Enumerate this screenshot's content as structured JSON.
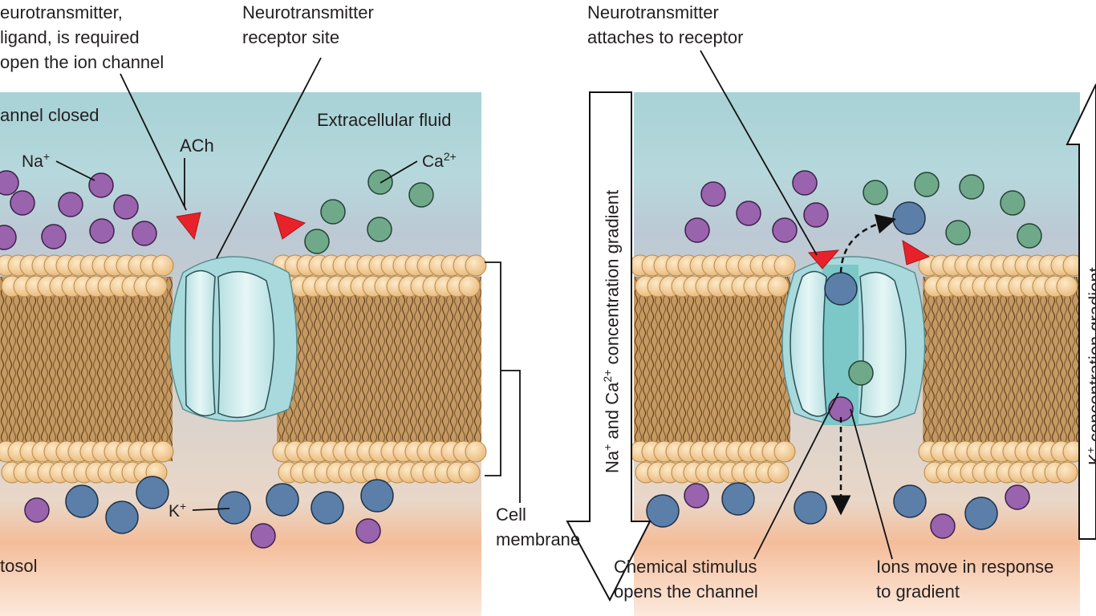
{
  "colors": {
    "extracellular": "#a9d3d6",
    "cytosol": "#f6c4a4",
    "lipid_head": "#f4cf98",
    "channel": "#c7e9ea",
    "sodium_ion": "#9a63ad",
    "calcium_ion": "#6fa98a",
    "potassium_ion": "#5b7fa8",
    "ligand": "#e8222a"
  },
  "left_panel": {
    "ligand_note": [
      "eurotransmitter,",
      "ligand, is required",
      "open the ion channel"
    ],
    "receptor_site": [
      "Neurotransmitter",
      "receptor site"
    ],
    "state": "annel closed",
    "extracellular": "Extracellular fluid",
    "ach": "ACh",
    "na_base": "Na",
    "na_charge": "+",
    "ca_base": "Ca",
    "ca_charge": "2+",
    "k_base": "K",
    "k_charge": "+",
    "cytosol": "tosol"
  },
  "cell_membrane": [
    "Cell",
    "membrane"
  ],
  "right_panel": {
    "attach": [
      "Neurotransmitter",
      "attaches to receptor"
    ],
    "gradient_left": {
      "p1": "Na",
      "s1": "+",
      "p2": " and Ca",
      "s2": "2+",
      "p3": " concentration gradient"
    },
    "gradient_right": {
      "p1": "K",
      "s1": "+",
      "p2": " concentration gradient"
    },
    "stimulus": [
      "Chemical stimulus",
      "opens the channel"
    ],
    "ions_move": [
      "Ions move in response",
      "to gradient"
    ]
  }
}
